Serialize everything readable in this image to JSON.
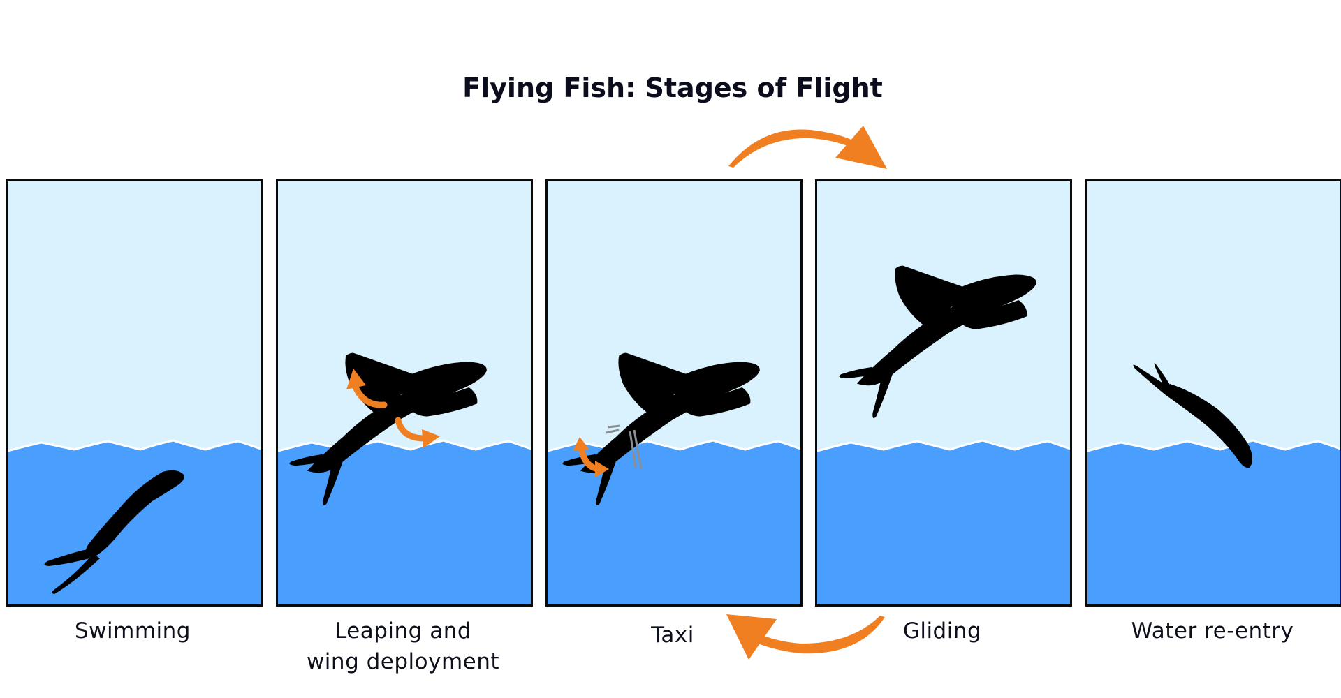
{
  "title": "Flying Fish: Stages of Flight",
  "colors": {
    "sky": "#d9f2fd",
    "water": "#4a9ffe",
    "fish": "#000000",
    "arrow": "#f07f22",
    "border": "#0a0a0a",
    "text": "#0d0f1a"
  },
  "stages": [
    {
      "id": "swimming",
      "label_line1": "Swimming",
      "label_line2": ""
    },
    {
      "id": "leaping",
      "label_line1": "Leaping and",
      "label_line2": "wing deployment"
    },
    {
      "id": "taxi",
      "label_line1": "Taxi",
      "label_line2": ""
    },
    {
      "id": "gliding",
      "label_line1": "Gliding",
      "label_line2": ""
    },
    {
      "id": "reentry",
      "label_line1": "Water re-entry",
      "label_line2": ""
    }
  ],
  "cycle_arrows": [
    {
      "name": "taxi-to-gliding-arrow",
      "direction": "right",
      "position": "top"
    },
    {
      "name": "gliding-to-taxi-arrow",
      "direction": "left",
      "position": "bottom"
    }
  ]
}
